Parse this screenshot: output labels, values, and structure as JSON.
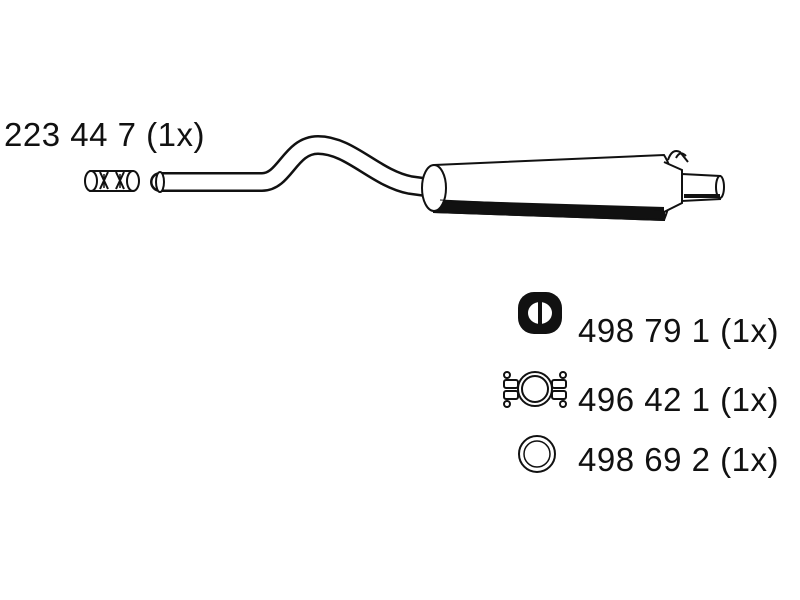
{
  "parts": {
    "main": {
      "code": "223 44 7 (1x)"
    },
    "hanger": {
      "code": "498 79 1 (1x)",
      "icon": "rubber-hanger-icon"
    },
    "clamp": {
      "code": "496 42 1 (1x)",
      "icon": "pipe-clamp-icon"
    },
    "ring": {
      "code": "498 69 2 (1x)",
      "icon": "seal-ring-icon"
    }
  },
  "colors": {
    "line": "#111111",
    "fill": "#ffffff",
    "hanger_fill": "#111111"
  }
}
